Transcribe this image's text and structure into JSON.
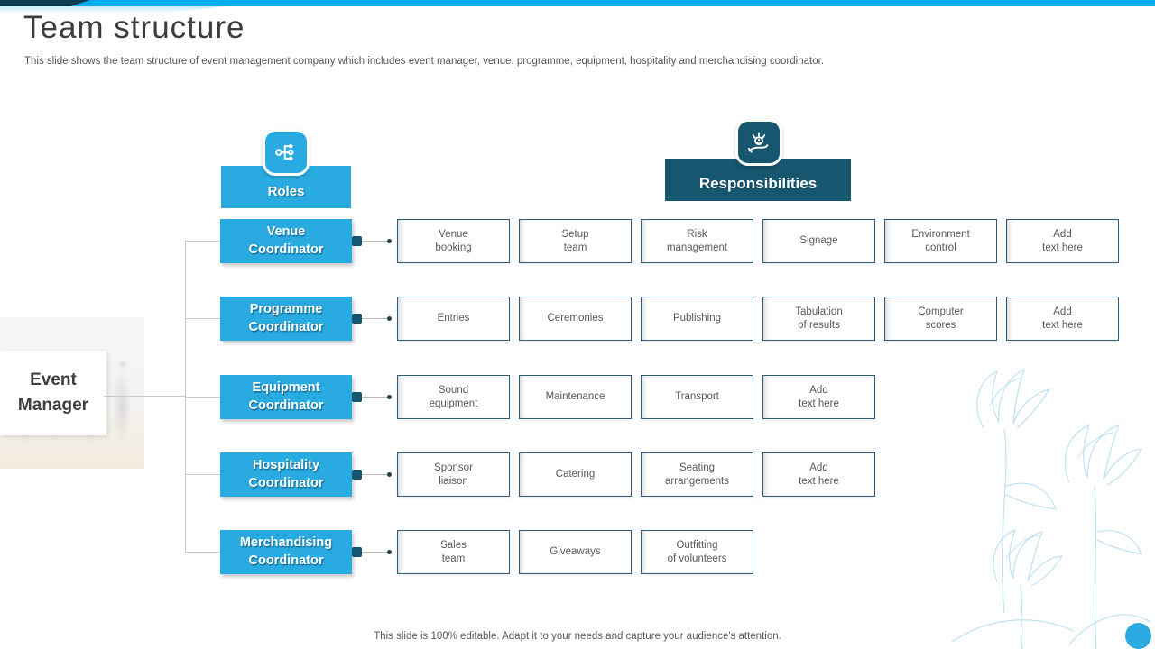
{
  "slide": {
    "title": "Team structure",
    "subtitle": "This slide shows the team structure of event management company which includes event manager, venue, programme, equipment, hospitality and merchandising coordinator.",
    "footer_note": "This slide is 100% editable. Adapt it to your needs and capture your audience's attention."
  },
  "colors": {
    "accent_blue": "#29abe2",
    "bar_blue": "#00aeef",
    "bar_dark": "#0d3c55",
    "dark_teal": "#17566f",
    "item_border": "#2f5d77",
    "item_text": "#595959",
    "connector_gray": "#c9c9c9"
  },
  "headers": {
    "roles": {
      "label": "Roles",
      "icon": "hierarchy-icon"
    },
    "responsibilities": {
      "label": "Responsibilities",
      "icon": "hand-idea-icon"
    }
  },
  "event_manager": {
    "label": "Event\nManager"
  },
  "rows": [
    {
      "role": "Venue\nCoordinator",
      "items": [
        "Venue\nbooking",
        "Setup\nteam",
        "Risk\nmanagement",
        "Signage",
        "Environment\ncontrol",
        "Add\ntext here"
      ]
    },
    {
      "role": "Programme\nCoordinator",
      "items": [
        "Entries",
        "Ceremonies",
        "Publishing",
        "Tabulation\nof results",
        "Computer\nscores",
        "Add\ntext here"
      ]
    },
    {
      "role": "Equipment\nCoordinator",
      "items": [
        "Sound\nequipment",
        "Maintenance",
        "Transport",
        "Add\ntext here"
      ]
    },
    {
      "role": "Hospitality\nCoordinator",
      "items": [
        "Sponsor\nliaison",
        "Catering",
        "Seating\narrangements",
        "Add\ntext here"
      ]
    },
    {
      "role": "Merchandising\nCoordinator",
      "items": [
        "Sales\nteam",
        "Giveaways",
        "Outfitting\nof volunteers"
      ]
    }
  ]
}
